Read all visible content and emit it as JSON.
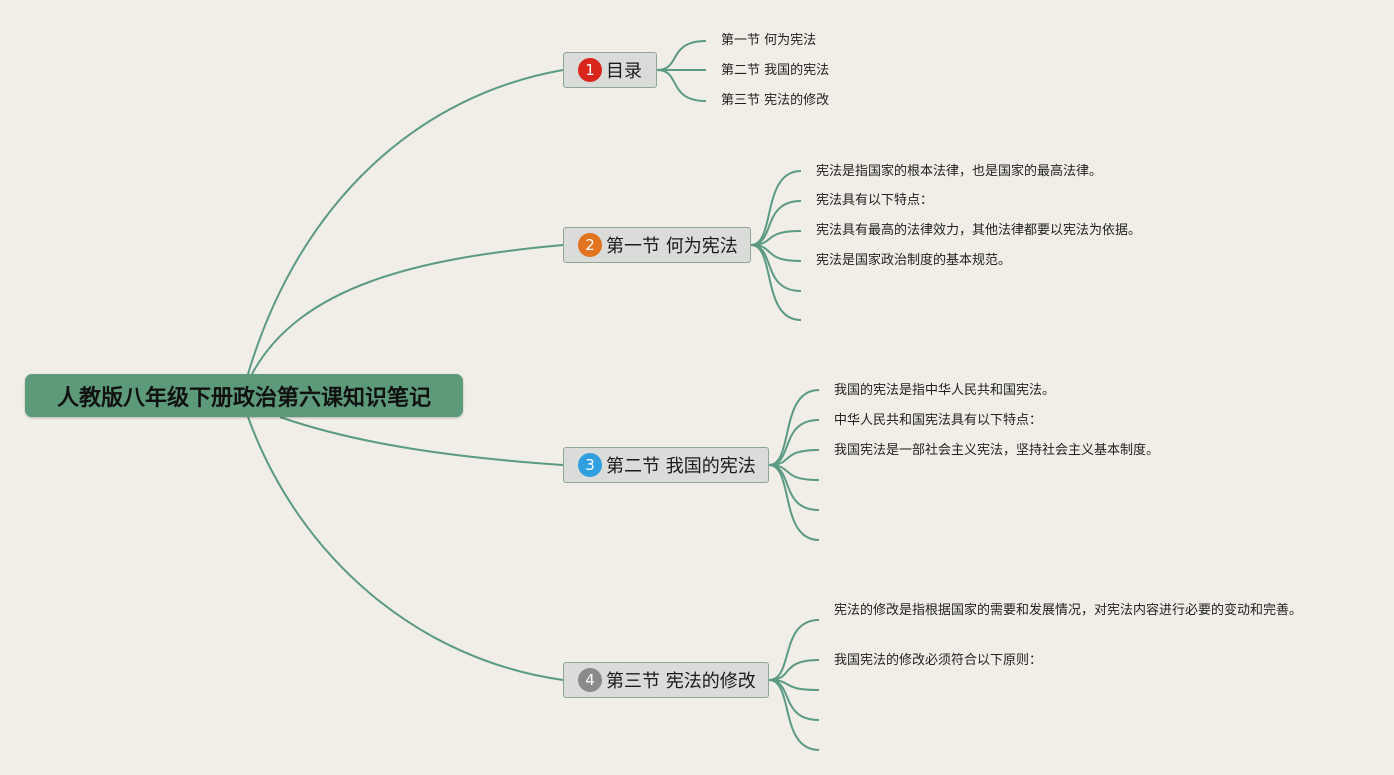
{
  "root": {
    "label": "人教版八年级下册政治第六课知识笔记"
  },
  "colors": {
    "line": "#5b9a84",
    "root_bg": "#5d9a7a",
    "badge": [
      "#d8261c",
      "#e2731f",
      "#2f9fe0",
      "#8a8a8a"
    ]
  },
  "topics": [
    {
      "number": "1",
      "label": "目录",
      "leaves": [
        "第一节 何为宪法",
        "第二节 我国的宪法",
        "第三节 宪法的修改"
      ]
    },
    {
      "number": "2",
      "label": "第一节 何为宪法",
      "leaves": [
        "宪法是指国家的根本法律，也是国家的最高法律。",
        "宪法具有以下特点：",
        "宪法具有最高的法律效力，其他法律都要以宪法为依据。",
        "宪法是国家政治制度的基本规范。",
        "",
        ""
      ]
    },
    {
      "number": "3",
      "label": "第二节 我国的宪法",
      "leaves": [
        "我国的宪法是指中华人民共和国宪法。",
        "中华人民共和国宪法具有以下特点：",
        "我国宪法是一部社会主义宪法，坚持社会主义基本制度。",
        "",
        "",
        ""
      ]
    },
    {
      "number": "4",
      "label": "第三节 宪法的修改",
      "leaves": [
        "宪法的修改是指根据国家的需要和发展情况，对宪法内容进行必要的变动和完善。",
        "我国宪法的修改必须符合以下原则：",
        "",
        "",
        ""
      ]
    }
  ]
}
